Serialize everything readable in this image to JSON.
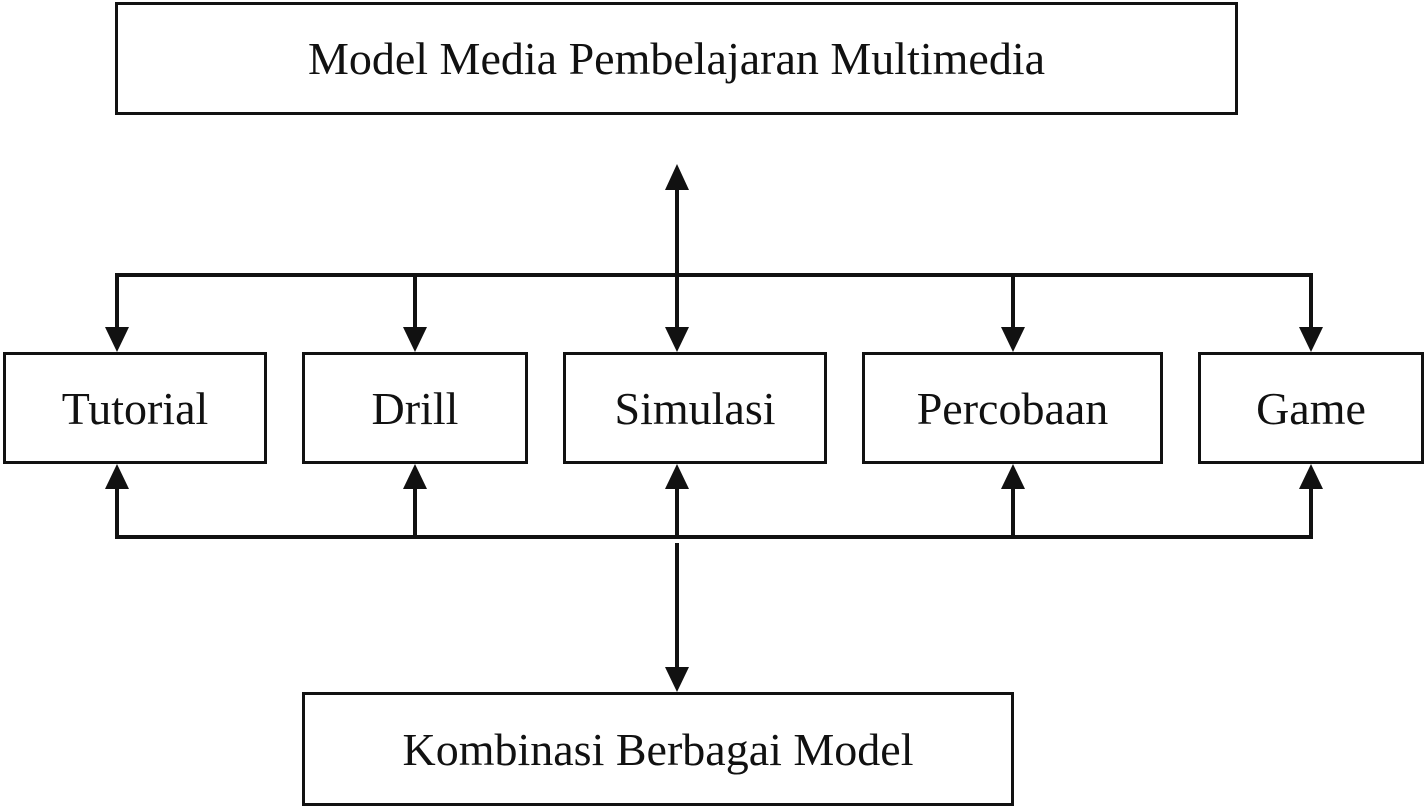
{
  "top_node": {
    "label": "Model Media Pembelajaran Multimedia"
  },
  "models": [
    {
      "label": "Tutorial"
    },
    {
      "label": "Drill"
    },
    {
      "label": "Simulasi"
    },
    {
      "label": "Percobaan"
    },
    {
      "label": "Game"
    }
  ],
  "bottom_node": {
    "label": "Kombinasi Berbagai Model"
  },
  "colors": {
    "stroke": "#111111",
    "background": "#ffffff"
  }
}
